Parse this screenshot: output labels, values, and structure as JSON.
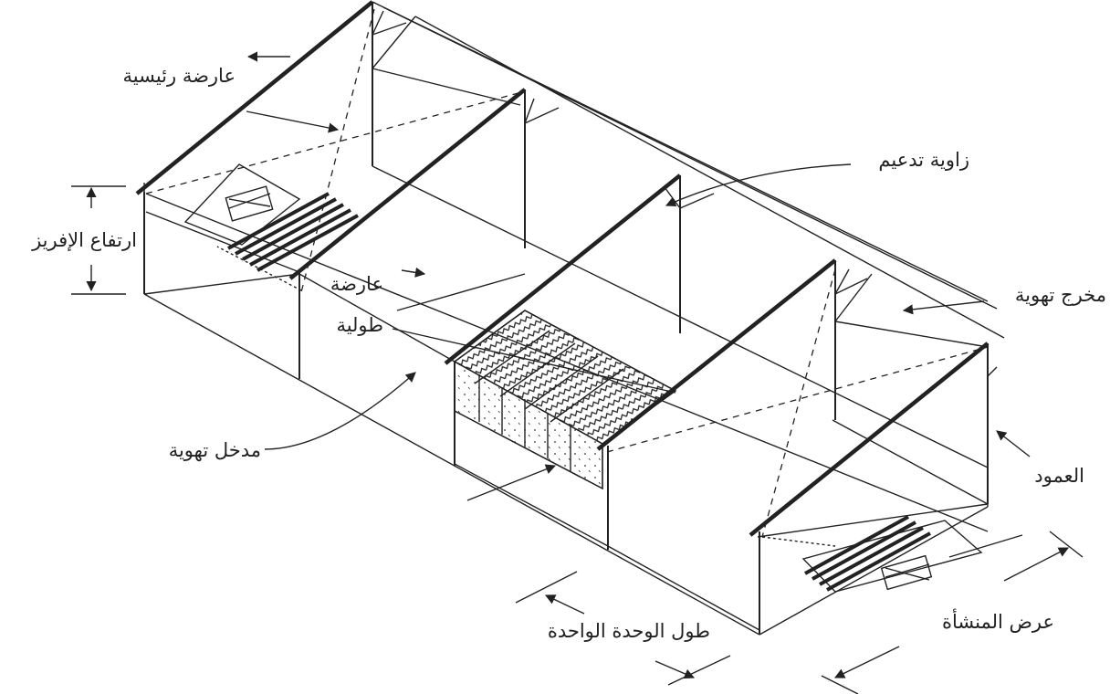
{
  "labels": {
    "main_rafter": "عارضة رئيسية",
    "brace_angle": "زاوية تدعيم",
    "eave_height": "ارتفاع الإفريز",
    "longitudinal_beam_line1": "عارضة",
    "longitudinal_beam_line2": "طولية",
    "air_outlet": "مخرج تهوية",
    "air_inlet": "مدخل تهوية",
    "column": "العمود",
    "bay_length": "طول الوحدة الواحدة",
    "building_width": "عرض المنشأة"
  },
  "colors": {
    "line": "#222222",
    "background": "#ffffff"
  }
}
